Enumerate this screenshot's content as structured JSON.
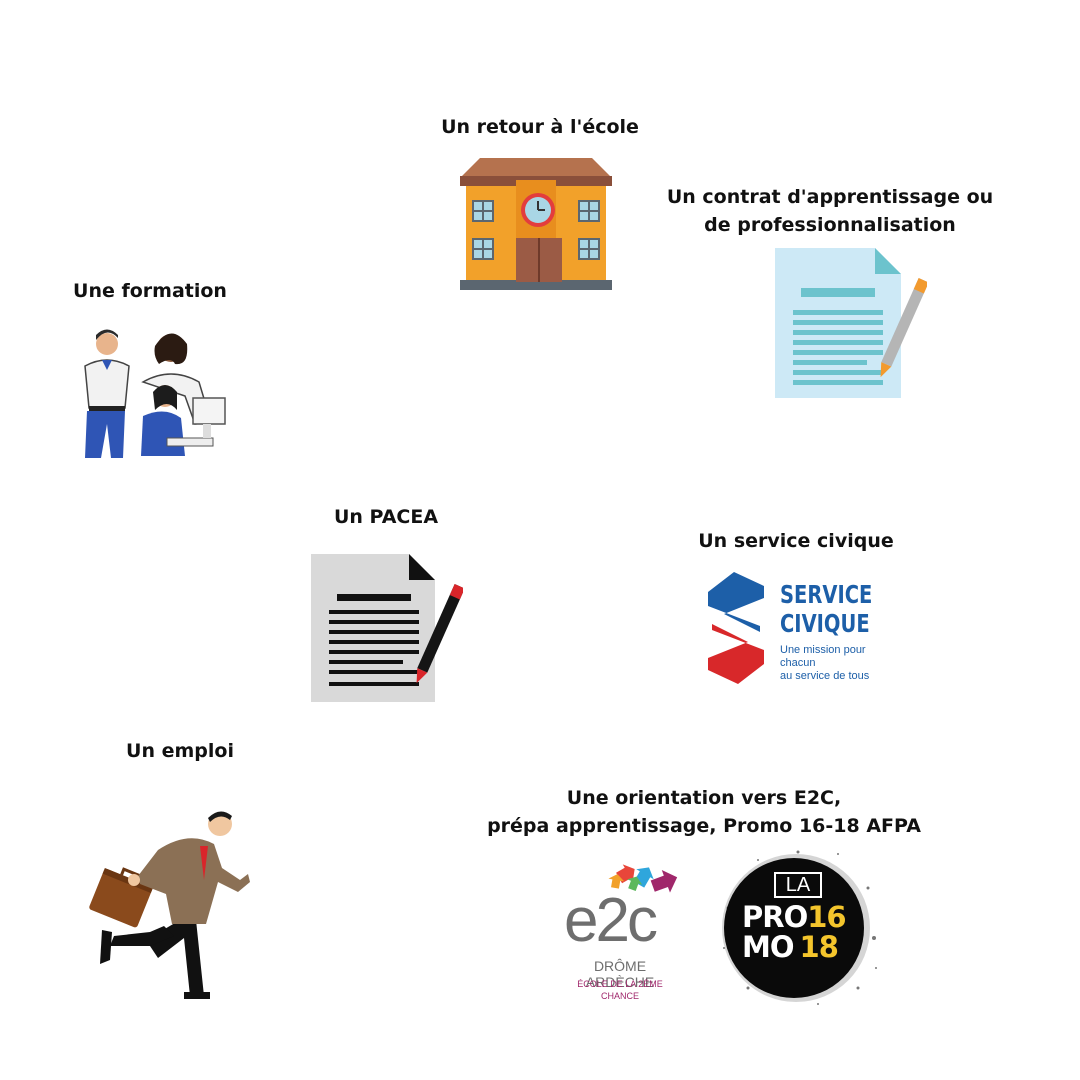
{
  "options": {
    "school": "Un retour à l'école",
    "contract_line1": "Un contrat d'apprentissage ou",
    "contract_line2": "de professionnalisation",
    "training": "Une formation",
    "pacea": "Un PACEA",
    "civic": "Un service civique",
    "job": "Un emploi",
    "orientation_line1": "Une orientation vers E2C,",
    "orientation_line2": "prépa apprentissage, Promo 16-18 AFPA"
  },
  "logos": {
    "service_civique": {
      "line1": "SERVICE",
      "line2": "CIVIQUE",
      "tagline1": "Une mission pour chacun",
      "tagline2": "au service de tous",
      "color_blue": "#1d5fa8",
      "color_red": "#d8282a"
    },
    "e2c": {
      "name": "e2c",
      "region": "DRÔME ARDÈCHE",
      "subtitle": "ÉCOLE DE LA 2ÈME CHANCE",
      "color_grey": "#6e6e6e",
      "color_purple": "#a0276b"
    },
    "promo": {
      "la": "LA",
      "pro": "PRO",
      "mo": "MO",
      "n16": "16",
      "n18": "18",
      "color_yellow": "#f4c52c"
    }
  },
  "icons": [
    "school-building-icon",
    "contract-document-icon",
    "training-people-icon",
    "pacea-document-icon",
    "running-businessman-icon"
  ]
}
